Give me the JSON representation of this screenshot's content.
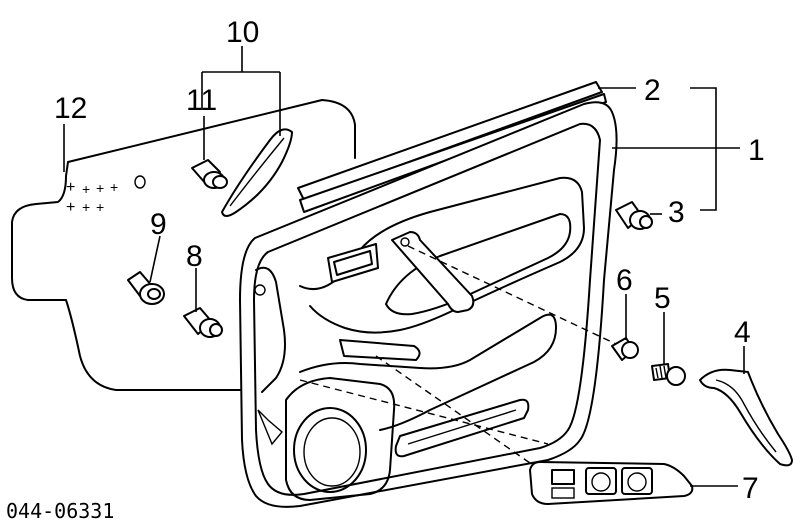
{
  "diagram": {
    "callouts": {
      "c1": "1",
      "c2": "2",
      "c3": "3",
      "c4": "4",
      "c5": "5",
      "c6": "6",
      "c7": "7",
      "c8": "8",
      "c9": "9",
      "c10": "10",
      "c11": "11",
      "c12": "12"
    },
    "drawing_code": "044-06331"
  }
}
